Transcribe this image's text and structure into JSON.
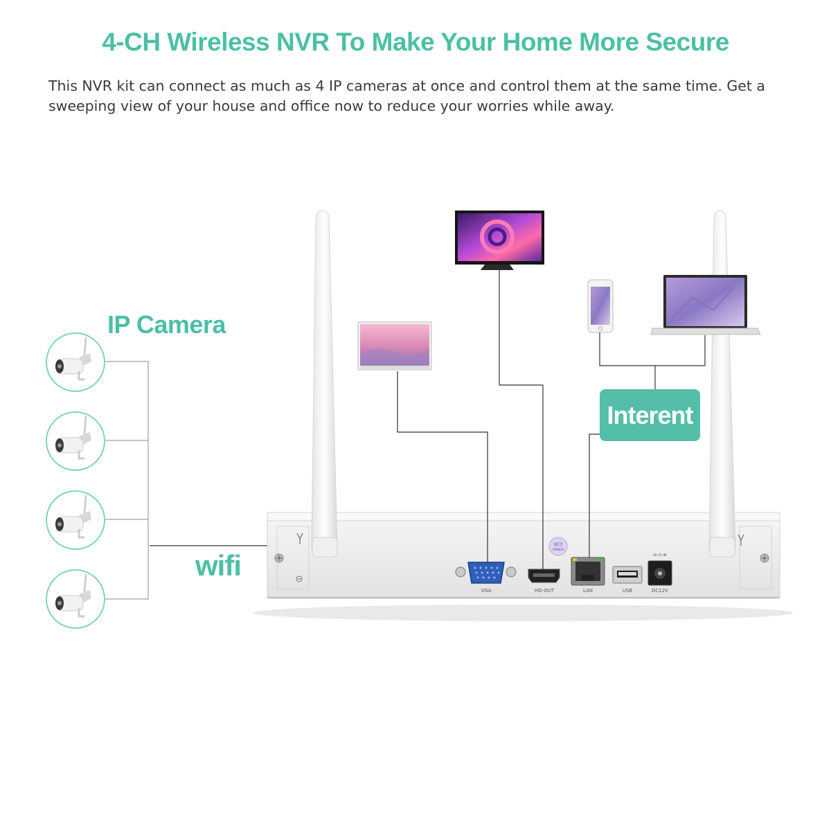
{
  "header": {
    "title": "4-CH Wireless NVR To Make Your Home More Secure",
    "description": "This NVR kit can connect as much as 4 IP cameras at once and control them at the same time. Get a sweeping view of your house and office now to reduce your worries while away."
  },
  "labels": {
    "ip_camera": "IP Camera",
    "wifi": "wifi",
    "internet": "Interent"
  },
  "ports": {
    "vga": "VGA",
    "hdmi": "HD-OUT",
    "lan": "LAN",
    "usb": "USB",
    "dc": "DC12V"
  },
  "colors": {
    "accent": "#4bbfa6",
    "internet_box": "#55bea8",
    "text": "#3a3a3a",
    "nvr_body": "#eeeeee",
    "vga_port": "#2f5fb8"
  },
  "icons": [
    "camera-icon",
    "monitor-icon",
    "phone-icon",
    "laptop-icon",
    "antenna-icon",
    "wifi-symbol-icon",
    "screw-icon",
    "ground-icon"
  ]
}
